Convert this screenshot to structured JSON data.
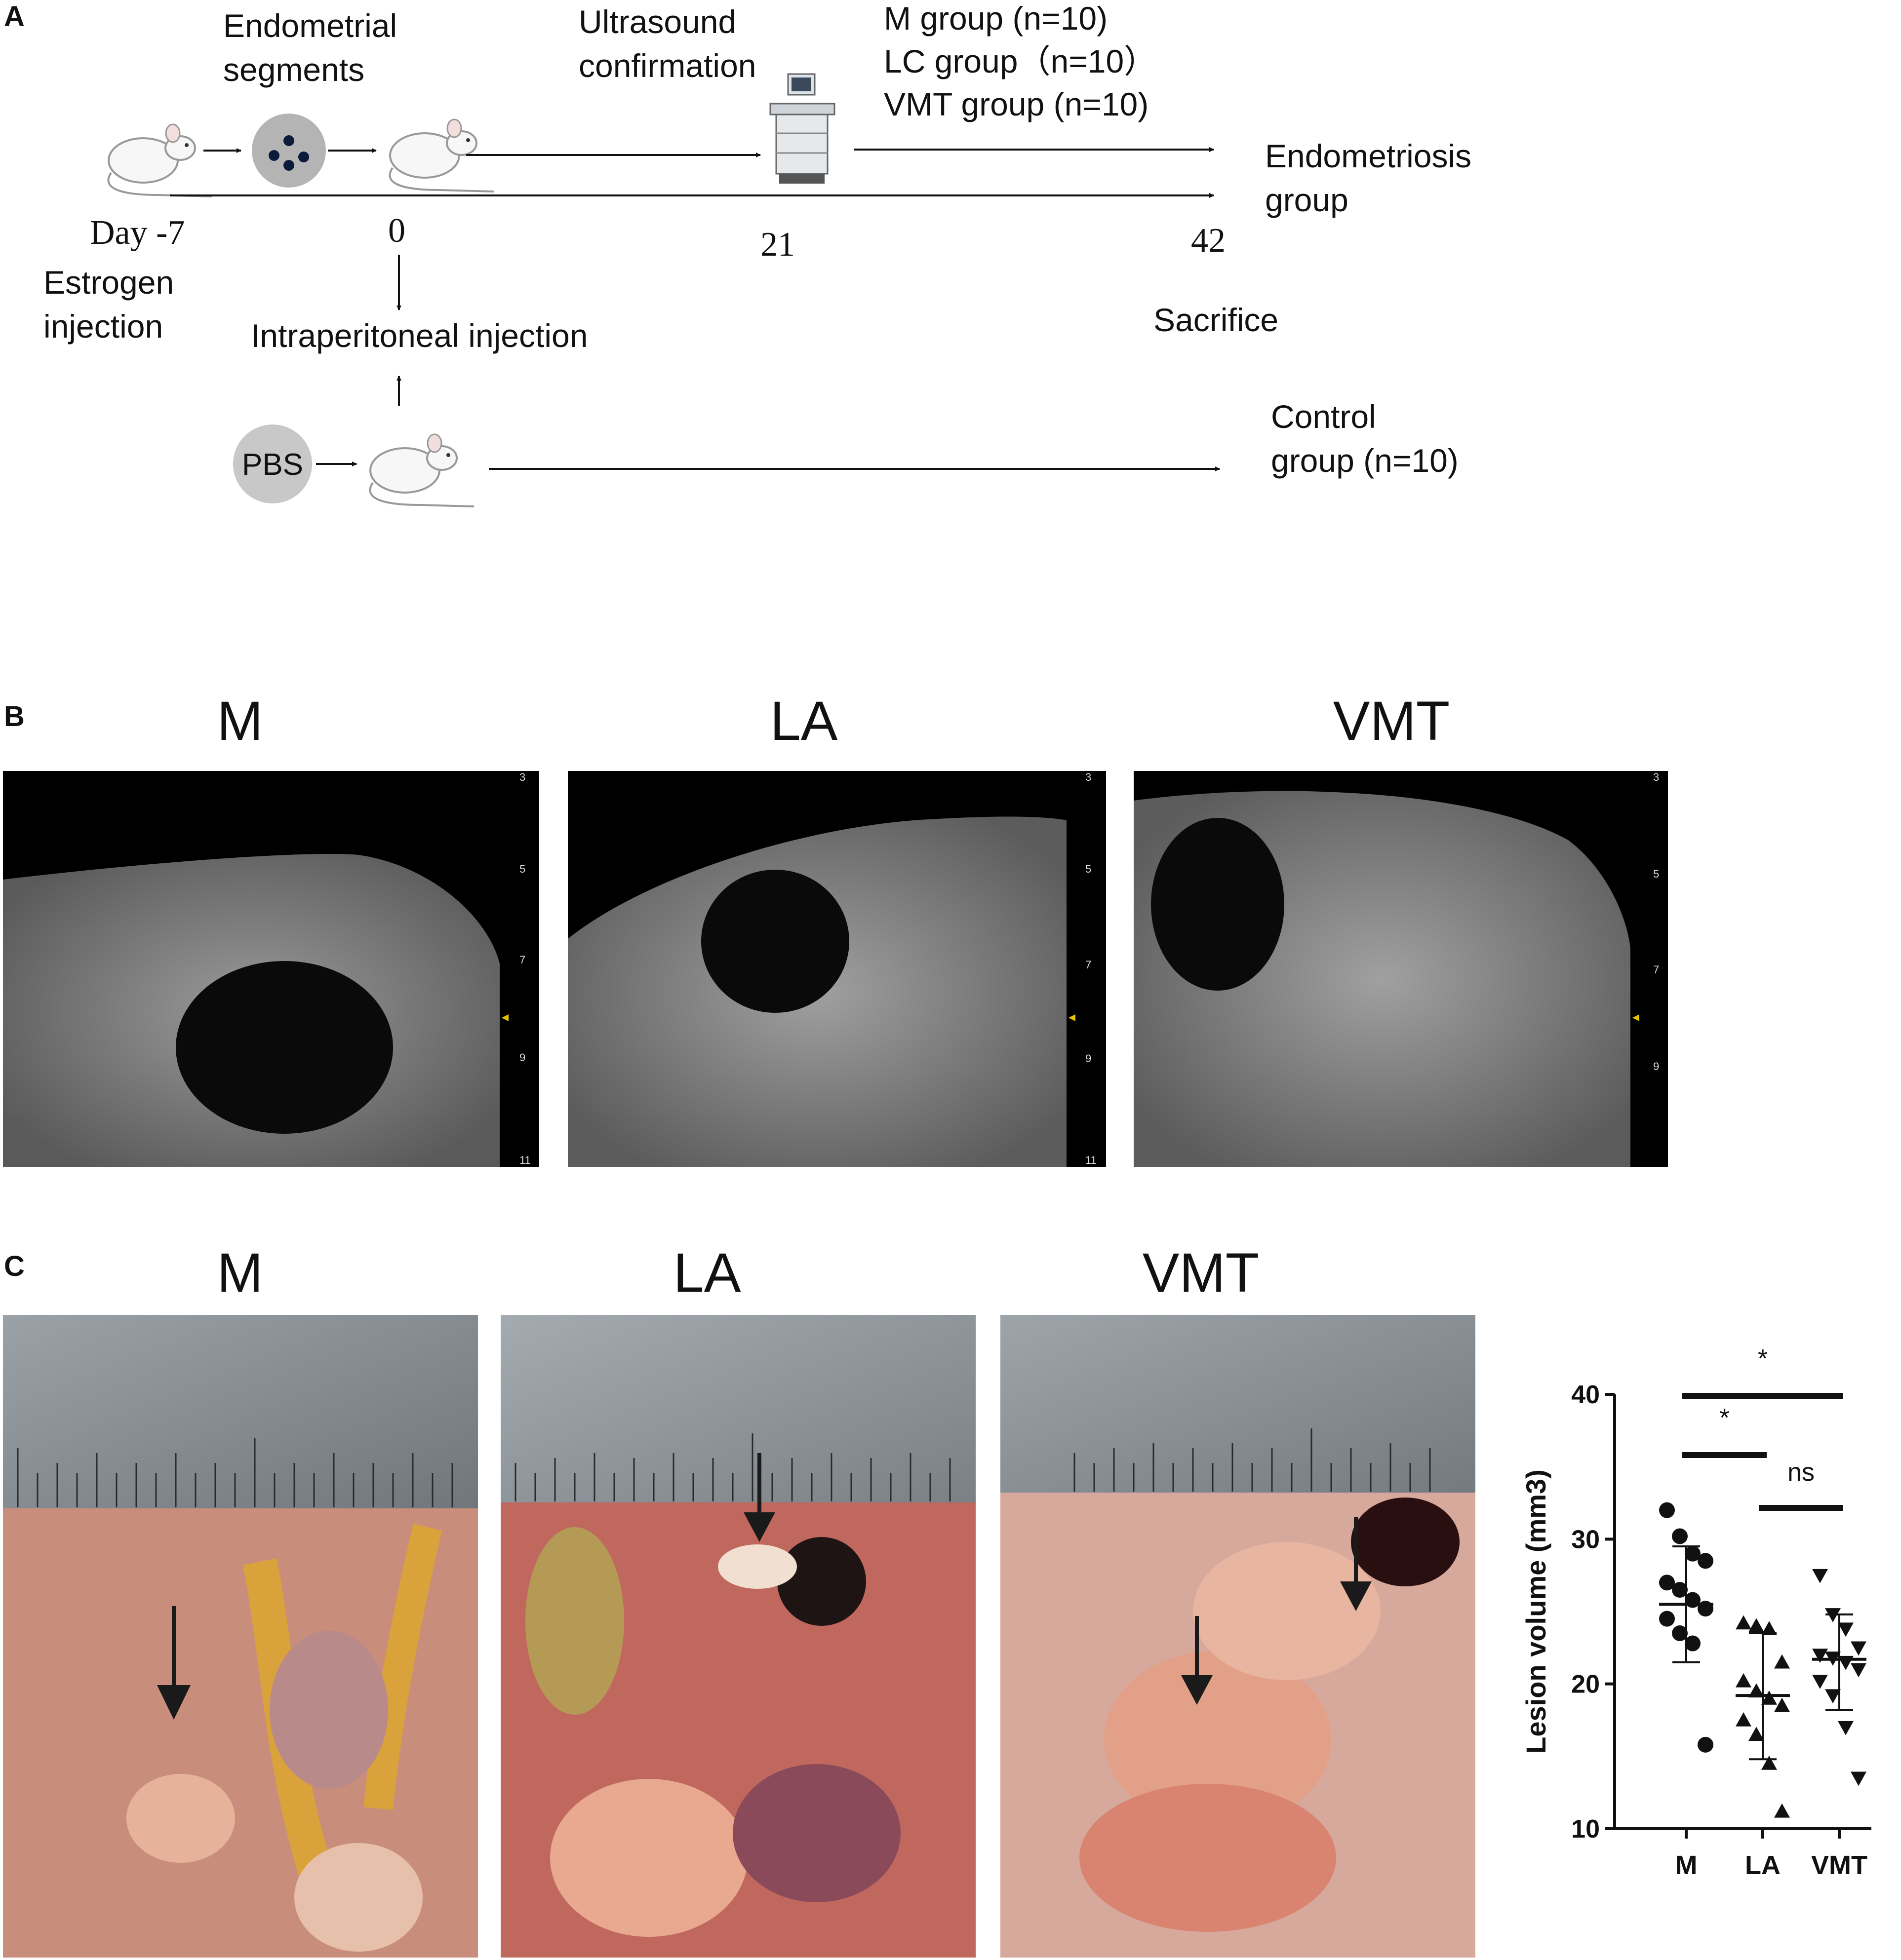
{
  "panel_a": {
    "letter": "A",
    "labels": {
      "endometrial_segments": [
        "Endometrial",
        "segments"
      ],
      "ultrasound": [
        "Ultrasound",
        "confirmation"
      ],
      "groups": [
        "M group (n=10)",
        "LC group（n=10）",
        "VMT group (n=10)"
      ],
      "endometriosis": [
        "Endometriosis",
        "group"
      ],
      "day_minus7": "Day -7",
      "day0": "0",
      "day21": "21",
      "day42": "42",
      "estrogen": [
        "Estrogen",
        "injection"
      ],
      "intraperitoneal": "Intraperitoneal injection",
      "sacrifice": "Sacrifice",
      "pbs": "PBS",
      "control": [
        "Control",
        "group (n=10)"
      ]
    }
  },
  "panel_b": {
    "letter": "B",
    "titles": [
      "M",
      "LA",
      "VMT"
    ],
    "scale_labels": [
      "3",
      "5",
      "7",
      "9",
      "11"
    ]
  },
  "panel_c": {
    "letter": "C",
    "titles": [
      "M",
      "LA",
      "VMT"
    ]
  },
  "chart_data": {
    "type": "scatter",
    "ylabel": "Lesion volume (mm3)",
    "ylim": [
      10,
      40
    ],
    "yticks": [
      10,
      20,
      30,
      40
    ],
    "categories": [
      "M",
      "LA",
      "VMT"
    ],
    "series": [
      {
        "category": "M",
        "marker": "circle",
        "values": [
          32.0,
          30.2,
          29.0,
          28.5,
          27.0,
          26.5,
          25.8,
          25.2,
          24.5,
          23.5,
          22.8,
          15.8
        ],
        "mean": 25.5,
        "sd_upper": 29.5,
        "sd_lower": 21.5
      },
      {
        "category": "LA",
        "marker": "triangle-up",
        "values": [
          24.2,
          24.0,
          23.8,
          21.5,
          20.2,
          19.5,
          19.0,
          18.5,
          17.5,
          16.5,
          14.5,
          11.2
        ],
        "mean": 19.2,
        "sd_upper": 23.5,
        "sd_lower": 14.8
      },
      {
        "category": "VMT",
        "marker": "triangle-down",
        "values": [
          27.5,
          24.8,
          23.8,
          22.5,
          22.0,
          21.8,
          21.5,
          21.0,
          20.2,
          19.2,
          17.0,
          13.5
        ],
        "mean": 21.7,
        "sd_upper": 24.8,
        "sd_lower": 18.2
      }
    ],
    "significance": [
      {
        "from": "M",
        "to": "VMT",
        "label": "*"
      },
      {
        "from": "M",
        "to": "LA",
        "label": "*"
      },
      {
        "from": "LA",
        "to": "VMT",
        "label": "ns"
      }
    ]
  }
}
